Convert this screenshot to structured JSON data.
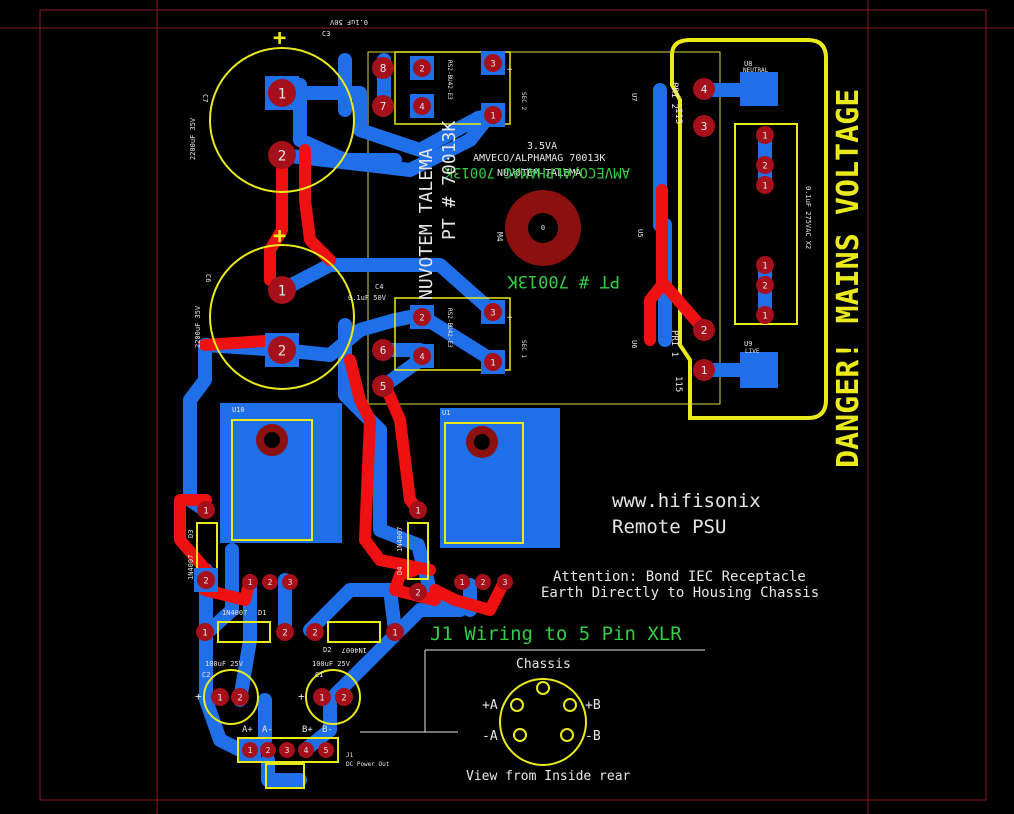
{
  "title": {
    "danger": "DANGER! MAINS VOLTAGE",
    "brand": "www.hifisonix",
    "subtitle": "Remote PSU"
  },
  "attention": {
    "line1": "Attention: Bond IEC Receptacle",
    "line2": "Earth Directly to Housing Chassis"
  },
  "xlr": {
    "heading": "J1 Wiring to 5 Pin XLR",
    "chassis": "Chassis",
    "pin_a_pos": "+A",
    "pin_b_pos": "+B",
    "pin_a_neg": "-A",
    "pin_b_neg": "-B",
    "view": "View from Inside rear"
  },
  "transformer": {
    "rating": "3.5VA",
    "model": "AMVECO/ALPHAMAG 70013K",
    "maker": "NUVOTEM TALEMA",
    "mirror_model": "AMVECO/ALPHAMAG 70013K",
    "rot_maker": "NUVOTEM TALEMA",
    "rot_part": "PT # 70013K",
    "bottom_part": "PT # 70013K",
    "mount_label": "M4",
    "pri1": "PRI 1",
    "pri2": "PRI 2",
    "pri_115a": "115",
    "pri_115b": "115",
    "fuse_holder": "0.1uF 275VAC X2"
  },
  "components": {
    "c7_value": "2200uF 35V",
    "c6_value": "2200uF 35V",
    "c3_value": "0.1uF 50V",
    "c4_value": "0.1uF 50V",
    "c7_name": "C7",
    "c6_name": "C6",
    "c3_name": "C3",
    "c4_name": "C4",
    "c1_label": "100uF 25V",
    "c2_label": "100uF 25V",
    "c1_name": "C1",
    "c2_name": "C2",
    "d1_label": "1N4007",
    "d2_label": "1N4007",
    "d3_label": "1N4007",
    "d4_label": "1N4007",
    "d1_name": "D1",
    "d2_name": "D2",
    "d3_name": "D3",
    "d4_name": "D4",
    "u10_label": "U10",
    "u1_label": "U1",
    "u5_label": "U5",
    "u6_label": "U6",
    "u7_label": "U7",
    "u8_label": "U8",
    "u9_label": "U9",
    "bridge_top": "RS2-BU42-E3",
    "bridge_bottom": "RS2-BU42-E3",
    "sec_top": "SEC 2",
    "sec_bottom": "SEC 1",
    "neutral": "NEUTRAL",
    "live": "LIVE",
    "plus_top": "+",
    "plus_mid": "+",
    "plus_c1": "+",
    "plus_c2": "+",
    "plus_sec_top": "+",
    "plus_sec_bottom": "+",
    "power_out": "DC Power Out",
    "out_a_pos": "A+",
    "out_a_neg": "A-",
    "out_b_pos": "B+",
    "out_b_neg": "B-",
    "j1_name": "J1"
  },
  "pins": {
    "one": "1",
    "two": "2",
    "three": "3",
    "four": "4",
    "five": "5",
    "six": "6",
    "seven": "7",
    "eight": "8",
    "zero": "0"
  },
  "colors": {
    "background": "#000000",
    "top_copper": "#ee1111",
    "bottom_copper": "#1f6fe8",
    "silkscreen": "#eaea1a",
    "outline": "#d8d83a",
    "board_edge": "#8b1c1c",
    "text_white": "#e6e6e6",
    "text_green": "#33cc44"
  }
}
